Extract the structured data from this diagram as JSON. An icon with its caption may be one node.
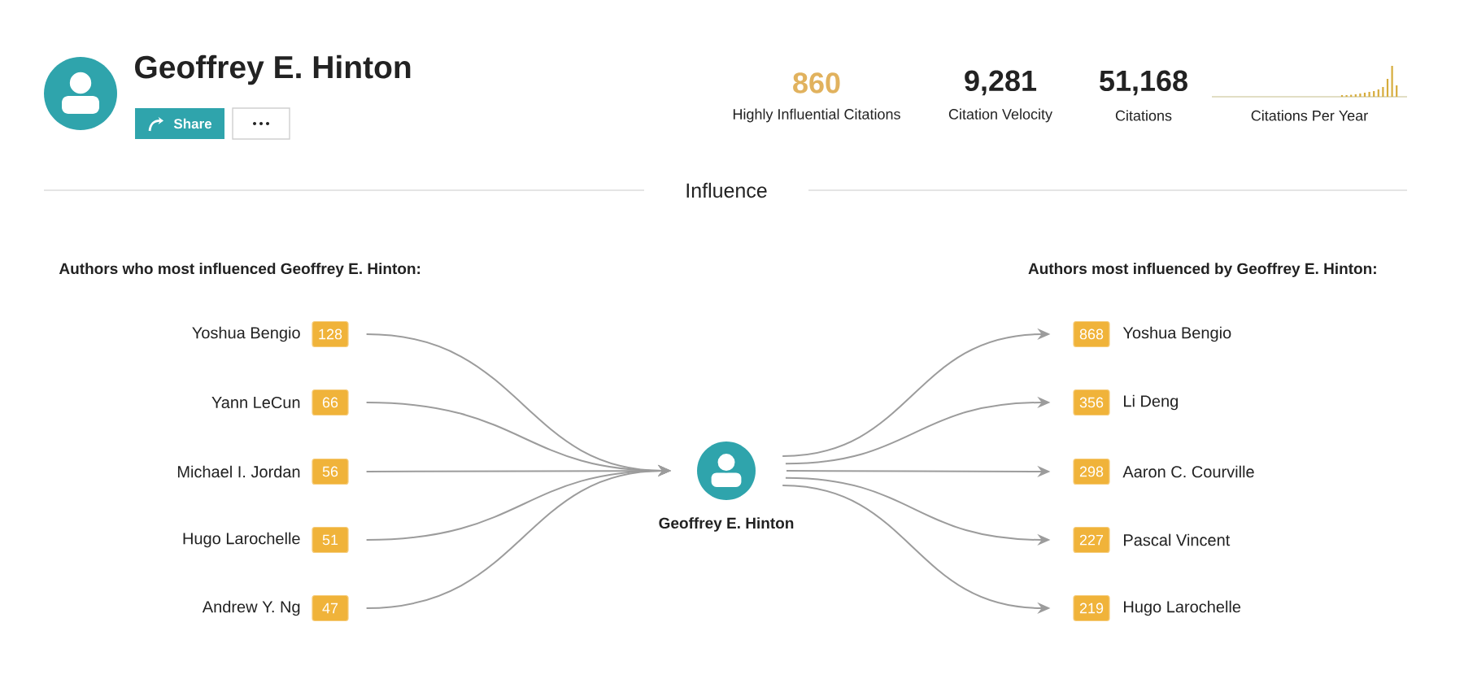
{
  "diagram": {
    "title": "Geoffrey E. Hinton",
    "nodes": [
      {
        "text": [
          "Yoshua Bengio",
          "128"
        ]
      },
      {
        "text": [
          "Yann LeCun",
          "66"
        ]
      },
      {
        "text": [
          "Michael I. Jordan",
          "56"
        ]
      },
      {
        "text": [
          "Hugo Larochelle",
          "51"
        ]
      },
      {
        "text": [
          "Andrew Y. Ng",
          "47"
        ]
      },
      {
        "text": [
          "Geoffrey E. Hinton"
        ]
      },
      {
        "text": [
          "868",
          "Yoshua Bengio"
        ]
      },
      {
        "text": [
          "356",
          "Li Deng"
        ]
      },
      {
        "text": [
          "298",
          "Aaron C. Courville"
        ]
      },
      {
        "text": [
          "227",
          "Pascal Vincent"
        ]
      },
      {
        "text": [
          "219",
          "Hugo Larochelle"
        ]
      }
    ],
    "edges": [
      {
        "from": 0,
        "to": 5,
        "arrow": "to"
      },
      {
        "from": 1,
        "to": 5,
        "arrow": "to"
      },
      {
        "from": 2,
        "to": 5,
        "arrow": "to"
      },
      {
        "from": 3,
        "to": 5,
        "arrow": "to"
      },
      {
        "from": 4,
        "to": 5,
        "arrow": "to"
      },
      {
        "from": 5,
        "to": 6,
        "arrow": "to"
      },
      {
        "from": 5,
        "to": 7,
        "arrow": "to"
      },
      {
        "from": 5,
        "to": 8,
        "arrow": "to"
      },
      {
        "from": 5,
        "to": 9,
        "arrow": "to"
      },
      {
        "from": 5,
        "to": 10,
        "arrow": "to"
      }
    ],
    "labels": [
      "Share",
      "860",
      "Highly Influential Citations",
      "9,281",
      "Citation Velocity",
      "51,168",
      "Citations",
      "Citations Per Year",
      "Influence",
      "Authors who most influenced Geoffrey E. Hinton:",
      "Authors most influenced by Geoffrey E. Hinton:"
    ]
  }
}
